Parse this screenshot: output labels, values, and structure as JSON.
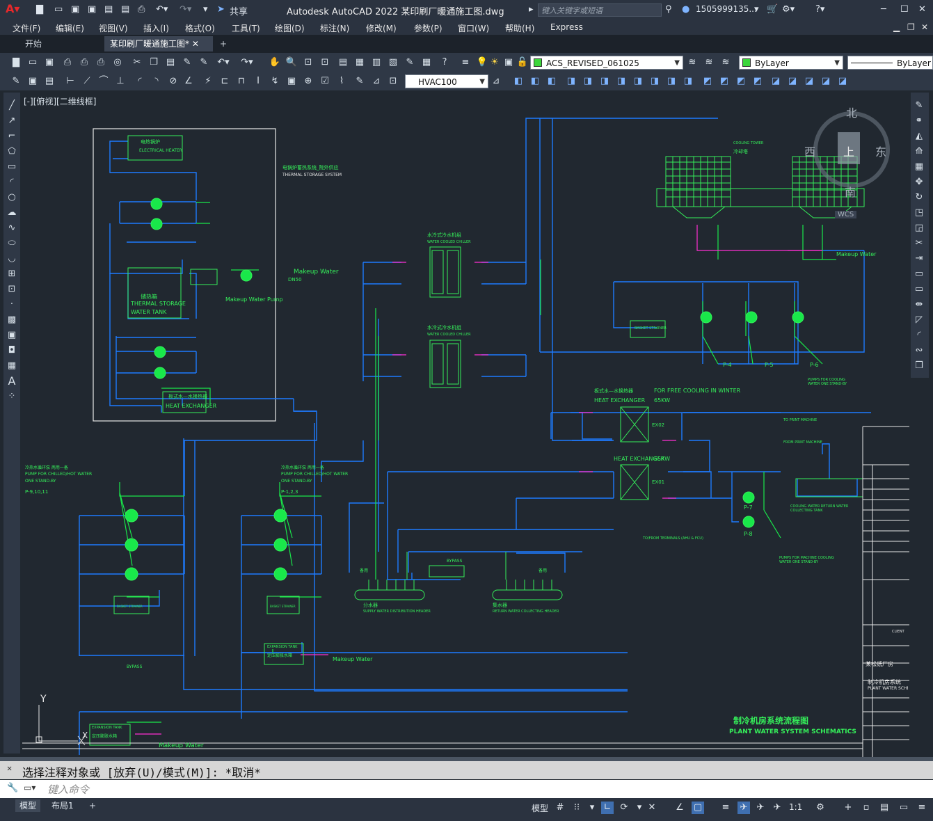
{
  "app": {
    "title": "Autodesk AutoCAD 2022    某印刷厂暖通施工图.dwg",
    "search_placeholder": "键入关键字或短语",
    "user": "1505999135...",
    "share": "共享"
  },
  "menu": [
    "文件(F)",
    "编辑(E)",
    "视图(V)",
    "插入(I)",
    "格式(O)",
    "工具(T)",
    "绘图(D)",
    "标注(N)",
    "修改(M)",
    "参数(P)",
    "窗口(W)",
    "帮助(H)",
    "Express"
  ],
  "tabs": {
    "start": "开始",
    "active": "某印刷厂暖通施工图*",
    "add": "+"
  },
  "toolbar": {
    "layer": "ACS_REVISED_061025",
    "color": "ByLayer",
    "linetype": "ByLayer",
    "dimstyle": "HVAC100"
  },
  "viewport_label": "[-][俯视][二维线框]",
  "viewcube": {
    "n": "北",
    "s": "南",
    "e": "东",
    "w": "西",
    "top": "上",
    "wcs": "WCS"
  },
  "ucs": {
    "y": "Y",
    "x": "X"
  },
  "drawing": {
    "title_cn": "制冷机房系统流程图",
    "title_en": "PLANT WATER SYSTEM SCHEMATICS",
    "electrical_heater": "电热锅炉",
    "electrical_heater_en": "ELECTRICAL HEATER",
    "thermal_storage_cn": "储热箱",
    "thermal_storage_en1": "THERMAL STORAGE",
    "thermal_storage_en2": "WATER TANK",
    "thermal_system_cn": "电锅炉蓄热系统_院外供应",
    "thermal_system_en": "THERMAL STORAGE SYSTEM",
    "makeup_water": "Makeup Water",
    "makeup_dn": "DN50",
    "makeup_pump": "Makeup Water Pump",
    "heat_exchanger": "HEAT EXCHANGER",
    "water_cooled_chiller": "水冷式冷水机组",
    "water_cooled_chiller_en": "WATER COOLED CHILLER",
    "cooling_tower_en": "COOLING TOWER",
    "cooling_tower_cn": "冷却塔",
    "basket_strainer": "BASKET STRAINER",
    "free_cooling": "FOR FREE COOLING IN WINTER",
    "hx_capacity": "65KW",
    "hx_label_cn": "板式水—水换热器",
    "ex01": "EX01",
    "ex02": "EX02",
    "pump_group1_cn": "冷热水循环泵 两用一备",
    "pump_group1_en1": "PUMP FOR CHILLED/HOT WATER",
    "pump_group1_en2": "ONE STAND-BY",
    "pump_group1_tag": "P-9,10,11",
    "pump_group2_tag": "P-1,2,3",
    "p4": "P-4",
    "p5": "P-5",
    "p6": "P-6",
    "p7": "P-7",
    "p8": "P-8",
    "cooling_pumps_en": "PUMPS FOR COOLING WATER ONE STAND-BY",
    "machine_cooling_en": "PUMPS FOR MACHINE COOLING WATER ONE STAND-BY",
    "to_print_machine": "TO PRINT MACHINE",
    "from_print_machine": "FROM PRINT MACHINE",
    "collecting_tank": "COOLING WATER RETURN WATER COLLECTING TANK",
    "supply_header_cn": "分水器",
    "supply_header_en": "SUPPLY WATER DISTRIBUTION HEADER",
    "return_header_cn": "集水器",
    "return_header_en": "RETURN WATER COLLECTING HEADER",
    "expansion_tank": "EXPANSION TANK",
    "expansion_cn": "定压膨胀水箱",
    "bypass": "BYPASS",
    "to_terminals": "TO/FROM TERMINALS (AHU & FCU)",
    "reserved": "备用"
  },
  "titleblock": {
    "client": "CLIENT",
    "project_cn": "某松纸厂房",
    "drawing_cn": "制冷机房系统",
    "drawing_en": "PLANT WATER SCHEM"
  },
  "command": {
    "line": "选择注释对象或 [放弃(U)/模式(M)]: *取消*",
    "placeholder": "键入命令"
  },
  "status": {
    "model_tab": "模型",
    "layout_tab": "布局1",
    "model_btn": "模型",
    "scale": "1:1"
  },
  "colors": {
    "pipe_blue": "#1e7bff",
    "pipe_green": "#19e84a",
    "pipe_magenta": "#ff2fd2",
    "text_green": "#35f05a",
    "white": "#e8e8e8"
  }
}
